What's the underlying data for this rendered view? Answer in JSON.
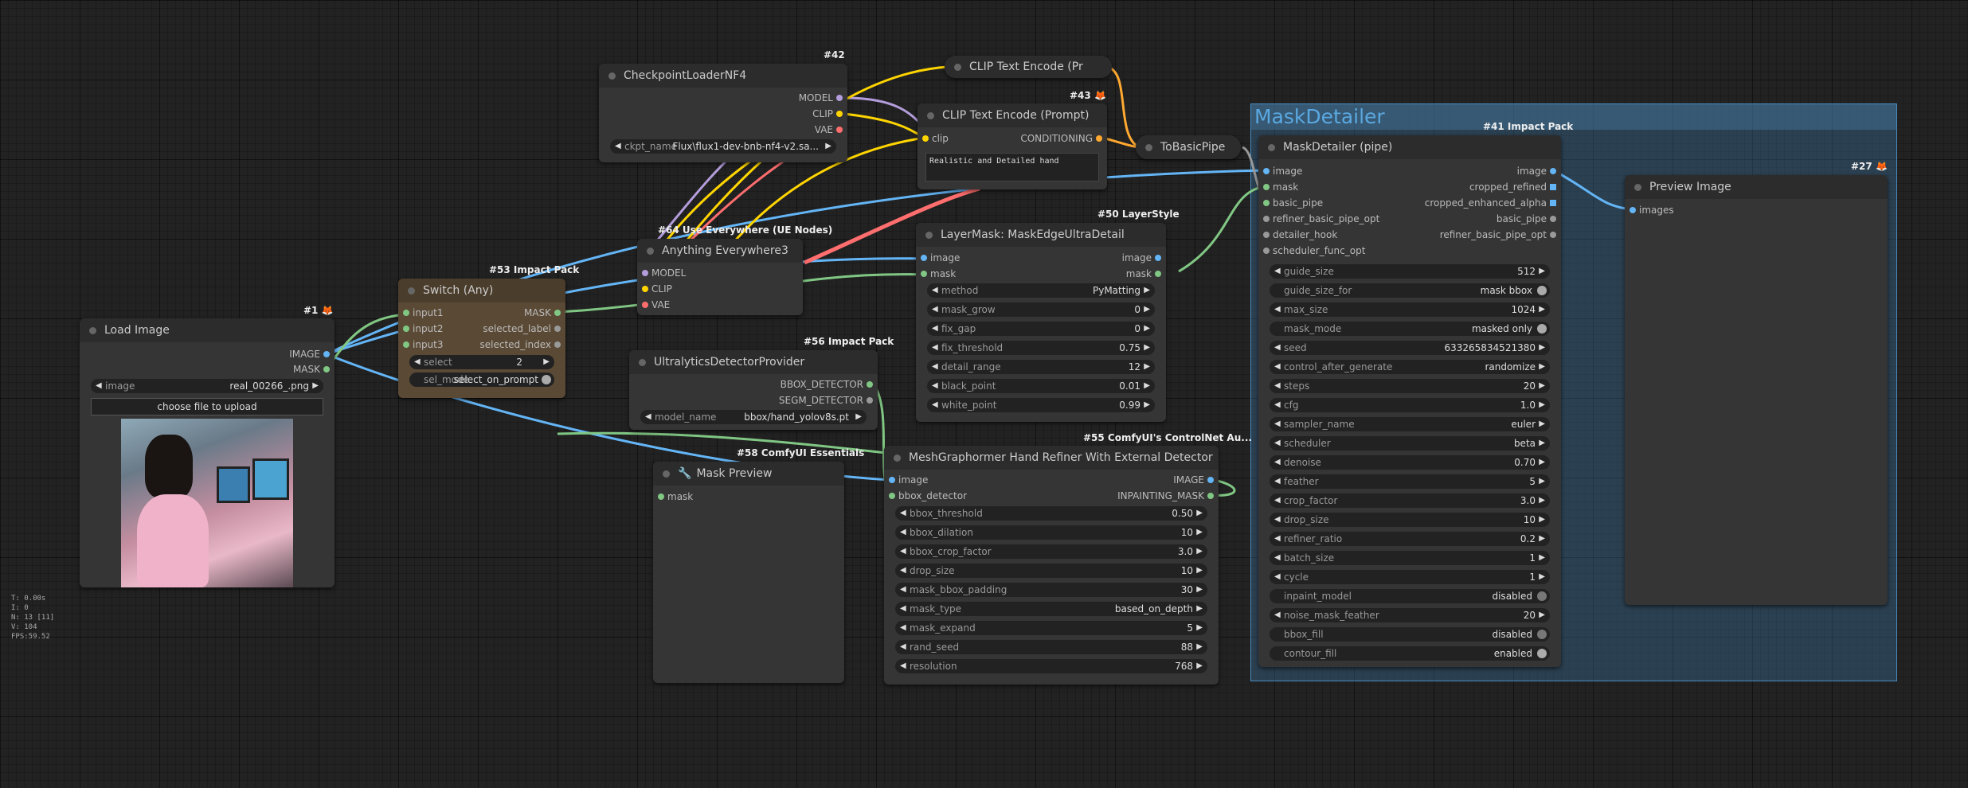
{
  "groups": [
    {
      "title": "MaskDetailer"
    }
  ],
  "stats": {
    "t": "T: 0.00s",
    "i": "I: 0",
    "n": "N: 13 [11]",
    "v": "V: 104",
    "fps": "FPS:59.52"
  },
  "load_image": {
    "badge": "#1",
    "title": "Load Image",
    "outputs": [
      "IMAGE",
      "MASK"
    ],
    "image_label": "image",
    "image_value": "real_00266_.png",
    "upload_button": "choose file to upload"
  },
  "switch": {
    "badge": "#53 Impact Pack",
    "title": "Switch (Any)",
    "inputs": [
      "input1",
      "input2",
      "input3"
    ],
    "outputs": [
      "MASK",
      "selected_label",
      "selected_index"
    ],
    "select_label": "select",
    "select_value": "2",
    "sel_mode_label": "sel_mode",
    "sel_mode_value": "select_on_prompt"
  },
  "checkpoint": {
    "badge": "#42",
    "title": "CheckpointLoaderNF4",
    "outputs": [
      "MODEL",
      "CLIP",
      "VAE"
    ],
    "ckpt_label": "ckpt_name",
    "ckpt_value": "Flux\\flux1-dev-bnb-nf4-v2.sa..."
  },
  "clip_collapsed": {
    "title": "CLIP Text Encode (Pr"
  },
  "clip_prompt": {
    "badge": "#43",
    "title": "CLIP Text Encode (Prompt)",
    "input": "clip",
    "output": "CONDITIONING",
    "text": "Realistic and Detailed hand"
  },
  "to_basic_pipe": {
    "title": "ToBasicPipe"
  },
  "anything": {
    "badge": "#64 Use Everywhere (UE Nodes)",
    "title": "Anything Everywhere3",
    "inputs": [
      "MODEL",
      "CLIP",
      "VAE"
    ]
  },
  "layermask": {
    "badge": "#50 LayerStyle",
    "title": "LayerMask: MaskEdgeUltraDetail",
    "inputs": [
      "image",
      "mask"
    ],
    "outputs": [
      "image",
      "mask"
    ],
    "widgets": [
      {
        "label": "method",
        "value": "PyMatting"
      },
      {
        "label": "mask_grow",
        "value": "0"
      },
      {
        "label": "fix_gap",
        "value": "0"
      },
      {
        "label": "fix_threshold",
        "value": "0.75"
      },
      {
        "label": "detail_range",
        "value": "12"
      },
      {
        "label": "black_point",
        "value": "0.01"
      },
      {
        "label": "white_point",
        "value": "0.99"
      }
    ]
  },
  "ultralytics": {
    "badge": "#56 Impact Pack",
    "title": "UltralyticsDetectorProvider",
    "outputs": [
      "BBOX_DETECTOR",
      "SEGM_DETECTOR"
    ],
    "model_label": "model_name",
    "model_value": "bbox/hand_yolov8s.pt"
  },
  "mask_preview": {
    "badge": "#58 ComfyUI Essentials",
    "title": "Mask Preview",
    "input": "mask"
  },
  "meshgraphormer": {
    "badge": "#55 ComfyUI's ControlNet Au...",
    "title": "MeshGraphormer Hand Refiner With External Detector",
    "inputs": [
      "image",
      "bbox_detector"
    ],
    "outputs": [
      "IMAGE",
      "INPAINTING_MASK"
    ],
    "widgets": [
      {
        "label": "bbox_threshold",
        "value": "0.50"
      },
      {
        "label": "bbox_dilation",
        "value": "10"
      },
      {
        "label": "bbox_crop_factor",
        "value": "3.0"
      },
      {
        "label": "drop_size",
        "value": "10"
      },
      {
        "label": "mask_bbox_padding",
        "value": "30"
      },
      {
        "label": "mask_type",
        "value": "based_on_depth"
      },
      {
        "label": "mask_expand",
        "value": "5"
      },
      {
        "label": "rand_seed",
        "value": "88"
      },
      {
        "label": "resolution",
        "value": "768"
      }
    ]
  },
  "maskdetailer": {
    "badge": "#41 Impact Pack",
    "title": "MaskDetailer (pipe)",
    "inputs": [
      "image",
      "mask",
      "basic_pipe",
      "refiner_basic_pipe_opt",
      "detailer_hook",
      "scheduler_func_opt"
    ],
    "outputs": [
      "image",
      "cropped_refined",
      "cropped_enhanced_alpha",
      "basic_pipe",
      "refiner_basic_pipe_opt"
    ],
    "widgets": [
      {
        "label": "guide_size",
        "value": "512",
        "kind": "num"
      },
      {
        "label": "guide_size_for",
        "value": "mask bbox",
        "kind": "toggle",
        "on": true
      },
      {
        "label": "max_size",
        "value": "1024",
        "kind": "num"
      },
      {
        "label": "mask_mode",
        "value": "masked only",
        "kind": "toggle",
        "on": true
      },
      {
        "label": "seed",
        "value": "633265834521380",
        "kind": "num"
      },
      {
        "label": "control_after_generate",
        "value": "randomize",
        "kind": "num"
      },
      {
        "label": "steps",
        "value": "20",
        "kind": "num"
      },
      {
        "label": "cfg",
        "value": "1.0",
        "kind": "num"
      },
      {
        "label": "sampler_name",
        "value": "euler",
        "kind": "num"
      },
      {
        "label": "scheduler",
        "value": "beta",
        "kind": "num"
      },
      {
        "label": "denoise",
        "value": "0.70",
        "kind": "num"
      },
      {
        "label": "feather",
        "value": "5",
        "kind": "num"
      },
      {
        "label": "crop_factor",
        "value": "3.0",
        "kind": "num"
      },
      {
        "label": "drop_size",
        "value": "10",
        "kind": "num"
      },
      {
        "label": "refiner_ratio",
        "value": "0.2",
        "kind": "num"
      },
      {
        "label": "batch_size",
        "value": "1",
        "kind": "num"
      },
      {
        "label": "cycle",
        "value": "1",
        "kind": "num"
      },
      {
        "label": "inpaint_model",
        "value": "disabled",
        "kind": "toggle",
        "on": false
      },
      {
        "label": "noise_mask_feather",
        "value": "20",
        "kind": "num"
      },
      {
        "label": "bbox_fill",
        "value": "disabled",
        "kind": "toggle",
        "on": false
      },
      {
        "label": "contour_fill",
        "value": "enabled",
        "kind": "toggle",
        "on": true
      }
    ]
  },
  "preview": {
    "badge": "#27",
    "title": "Preview Image",
    "input": "images"
  },
  "colors": {
    "image": "#64b5f6",
    "mask": "#81c784",
    "model": "#b39ddb",
    "clip": "#ffd500",
    "vae": "#ff6e6e",
    "conditioning": "#ffa931",
    "pipe": "#ce93d8",
    "generic": "#999999"
  }
}
